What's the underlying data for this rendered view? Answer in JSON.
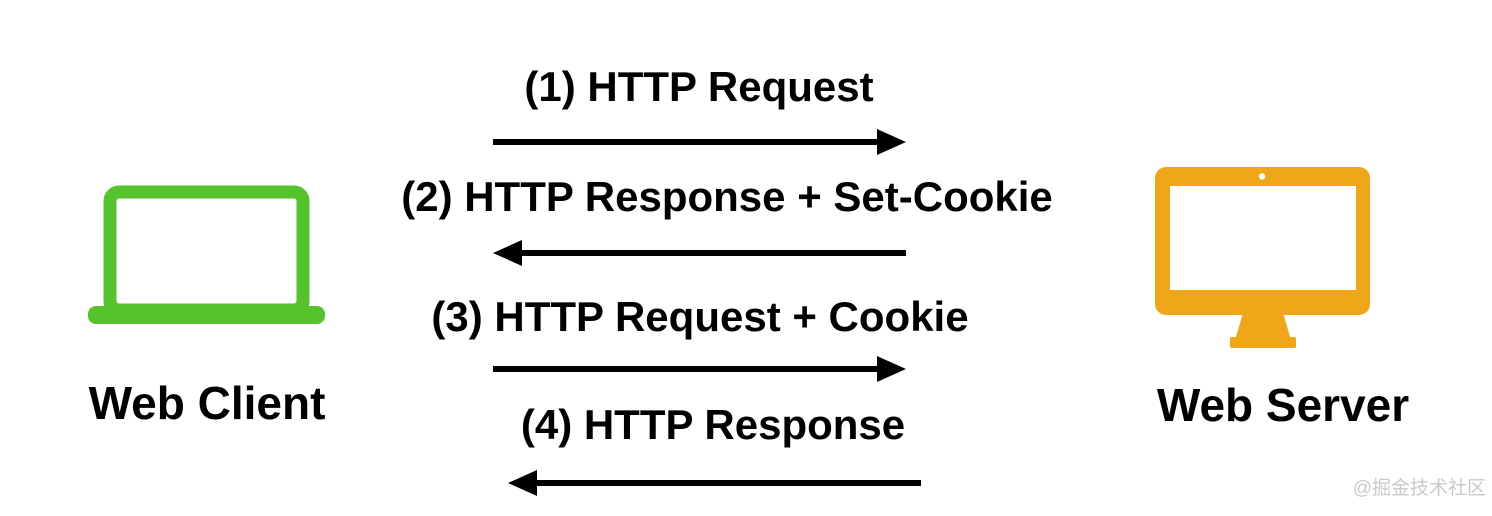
{
  "diagram": {
    "client": {
      "label": "Web Client",
      "icon": "laptop-icon",
      "color": "#55c32b"
    },
    "server": {
      "label": "Web Server",
      "icon": "desktop-monitor-icon",
      "color": "#f0a619"
    },
    "messages": [
      {
        "step": 1,
        "label": "(1) HTTP Request",
        "direction": "right",
        "from": "client",
        "to": "server"
      },
      {
        "step": 2,
        "label": "(2) HTTP Response + Set-Cookie",
        "direction": "left",
        "from": "server",
        "to": "client"
      },
      {
        "step": 3,
        "label": "(3) HTTP Request + Cookie",
        "direction": "right",
        "from": "client",
        "to": "server"
      },
      {
        "step": 4,
        "label": "(4) HTTP Response",
        "direction": "left",
        "from": "server",
        "to": "client"
      }
    ],
    "colors": {
      "arrow_and_text": "#000000",
      "client_green": "#55c32b",
      "server_orange": "#f0a619",
      "watermark_gray": "#c7c7c7",
      "background": "#ffffff"
    },
    "watermark": "@掘金技术社区"
  }
}
